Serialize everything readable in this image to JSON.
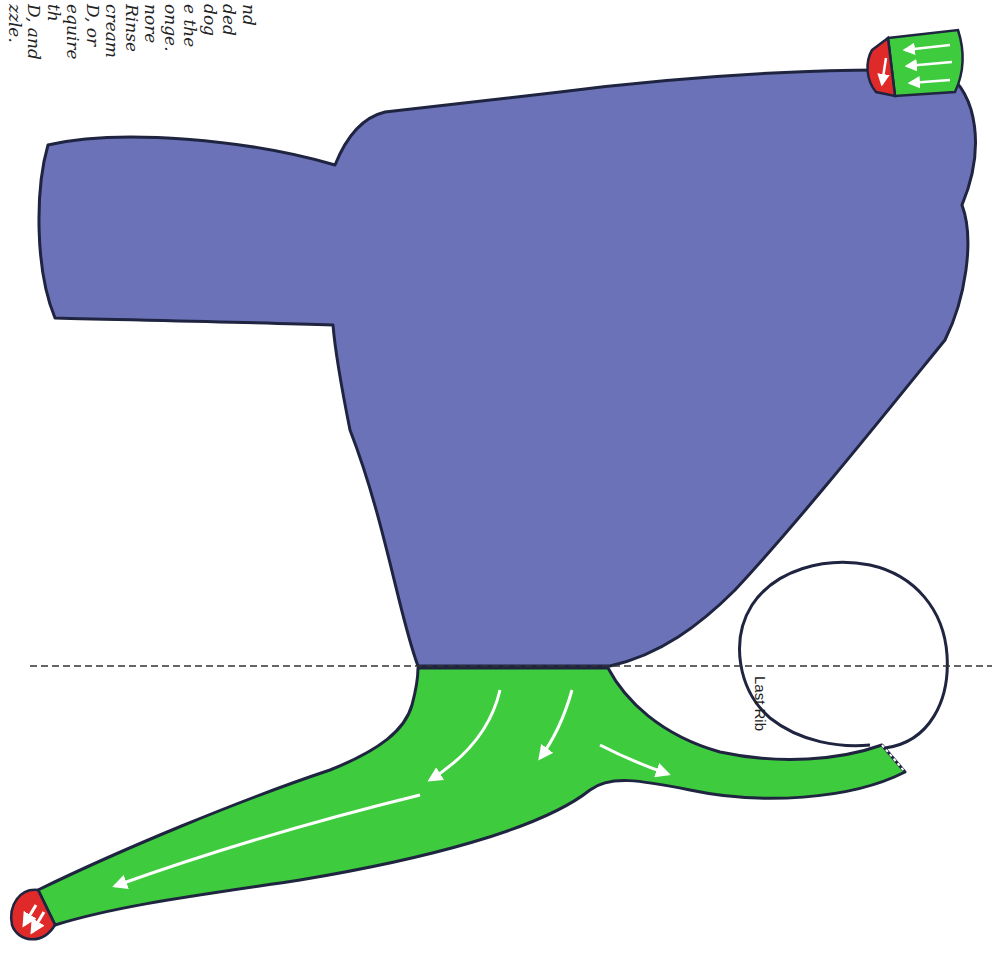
{
  "diagram": {
    "labels": [
      "nd",
      "ded",
      "dog",
      "e the",
      "onge.",
      "nore",
      "Rinse",
      "cream",
      "D, or",
      "equire",
      "th",
      "D, and",
      "zzle.",
      "Last Rib"
    ]
  }
}
